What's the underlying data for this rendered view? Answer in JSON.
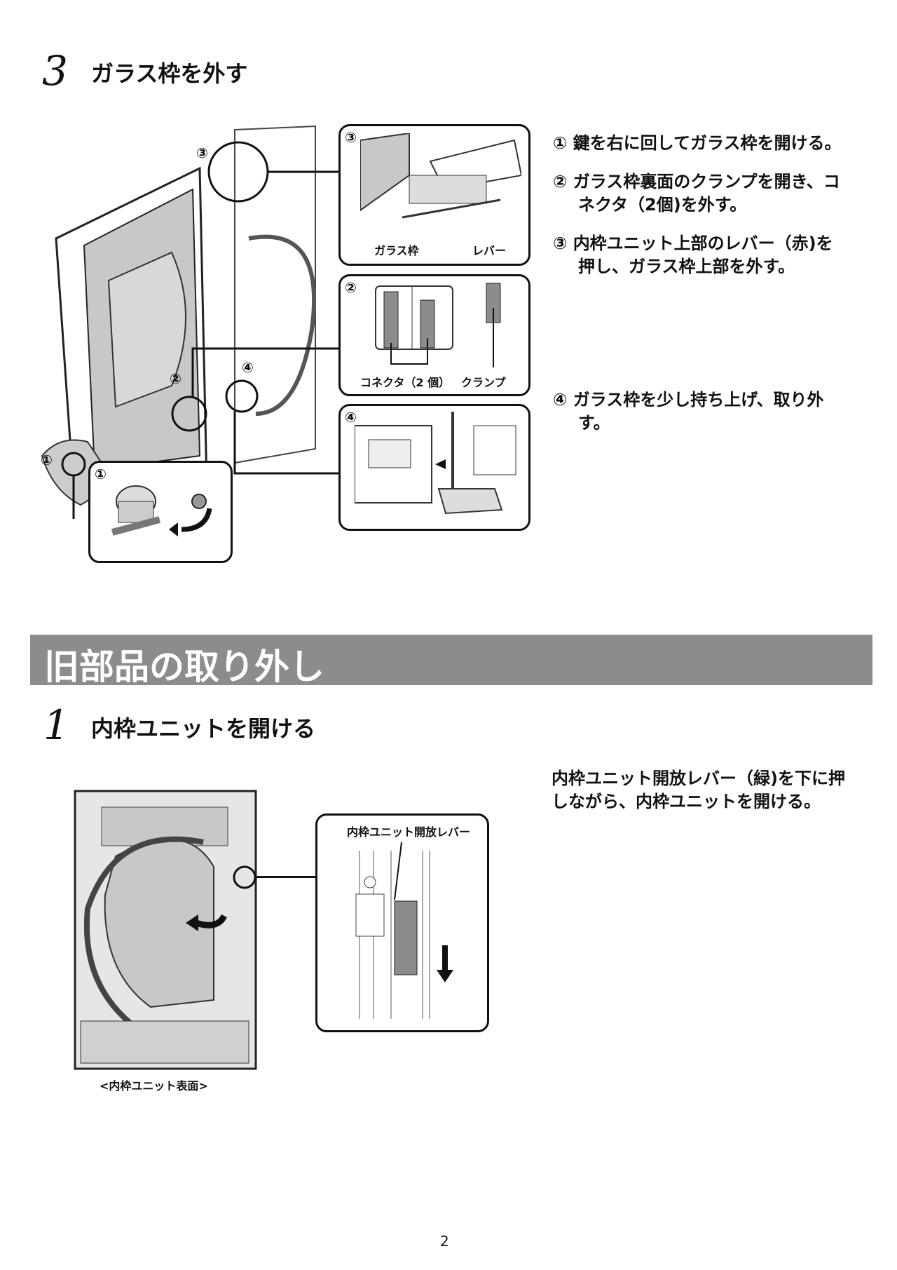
{
  "section3": {
    "number": "3",
    "title": "ガラス枠を外す",
    "instructions": [
      {
        "marker": "①",
        "lines": [
          "鍵を右に回してガラス枠を開ける。"
        ]
      },
      {
        "marker": "②",
        "lines": [
          "ガラス枠裏面のクランプを開き、コ",
          "ネクタ（2個)を外す。"
        ]
      },
      {
        "marker": "③",
        "lines": [
          "内枠ユニット上部のレバー（赤)を",
          "押し、ガラス枠上部を外す。"
        ]
      },
      {
        "marker": "④",
        "lines": [
          "ガラス枠を少し持ち上げ、取り外",
          "す。"
        ]
      }
    ],
    "figure": {
      "callouts": [
        "①",
        "②",
        "③",
        "④"
      ],
      "panel3_labels": [
        "ガラス枠",
        "レバー"
      ],
      "panel2_labels": [
        "コネクタ（2 個）",
        "クランプ"
      ]
    }
  },
  "banner": {
    "title": "旧部品の取り外し"
  },
  "section1": {
    "number": "1",
    "title": "内枠ユニットを開ける",
    "instruction_lines": [
      "内枠ユニット開放レバー（緑)を下に押",
      "しながら、内枠ユニットを開ける。"
    ],
    "callout_label": "内枠ユニット開放レバー",
    "caption": "<内枠ユニット表面>"
  },
  "footer": {
    "page_number": "2"
  }
}
